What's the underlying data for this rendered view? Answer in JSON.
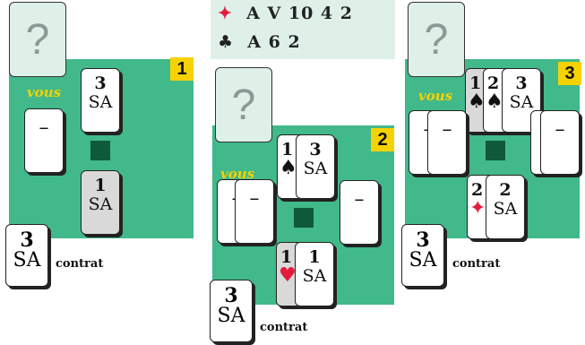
{
  "hand": {
    "rows": [
      {
        "suit": "diamonds",
        "symbol": "✦",
        "cards": "A V 10 4 2"
      },
      {
        "suit": "clubs",
        "symbol": "♣",
        "cards": "A 6 2"
      }
    ]
  },
  "question_mark": "?",
  "panels": [
    {
      "badge": "1",
      "vous": "vous",
      "top_card": {
        "num": "3",
        "lvl": "SA"
      },
      "left_card": {
        "dash": "–"
      },
      "bottom_card": {
        "num": "1",
        "lvl": "SA"
      },
      "contract": {
        "num": "3",
        "lvl": "SA",
        "label": "contrat"
      }
    },
    {
      "badge": "2",
      "vous": "vous",
      "top_cards": [
        {
          "num": "1",
          "suit": "♠"
        },
        {
          "num": "3",
          "lvl": "SA"
        }
      ],
      "left_cards": [
        {
          "dash": "–"
        },
        {
          "dash": "–"
        }
      ],
      "right_card": {
        "dash": "–"
      },
      "bottom_cards": [
        {
          "num": "1",
          "suit": "♥"
        },
        {
          "num": "1",
          "lvl": "SA"
        }
      ],
      "contract": {
        "num": "3",
        "lvl": "SA",
        "label": "contrat"
      }
    },
    {
      "badge": "3",
      "vous": "vous",
      "top_cards": [
        {
          "num": "1",
          "suit": "♠"
        },
        {
          "num": "2",
          "suit": "♠"
        },
        {
          "num": "3",
          "lvl": "SA"
        }
      ],
      "left_cards": [
        {
          "dash": "–"
        },
        {
          "dash": "–"
        }
      ],
      "right_cards": [
        {
          "dash": "–"
        },
        {
          "dash": "–"
        }
      ],
      "bottom_cards": [
        {
          "num": "2",
          "suit": "✦"
        },
        {
          "num": "2",
          "lvl": "SA"
        }
      ],
      "contract": {
        "num": "3",
        "lvl": "SA",
        "label": "contrat"
      }
    }
  ],
  "colors": {
    "table": "#41b98a",
    "badge": "#f6d200",
    "center": "#0f5a3a",
    "red_suit": "#e31c3d"
  }
}
